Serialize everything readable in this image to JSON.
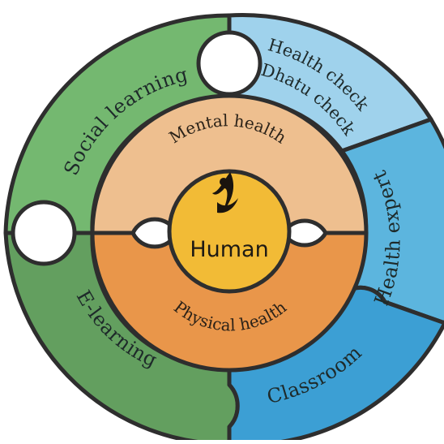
{
  "diagram": {
    "center": {
      "label": "Human",
      "icon": "human-figure-icon"
    },
    "inner_ring": [
      {
        "id": "mental",
        "label": "Mental health"
      },
      {
        "id": "physical",
        "label": "Physical health"
      }
    ],
    "outer_ring": [
      {
        "id": "social",
        "label": "Social learning"
      },
      {
        "id": "healthcheck",
        "lines": [
          "Health check",
          "Dhatu check"
        ]
      },
      {
        "id": "expert",
        "label": "Health expert"
      },
      {
        "id": "classroom",
        "label": "Classroom"
      },
      {
        "id": "elearning",
        "label": "E-learning"
      }
    ]
  },
  "colors": {
    "green_light": "#74b870",
    "green_dark": "#639f5f",
    "blue_light": "#9fd2ec",
    "blue_mid": "#5cb5de",
    "blue_dark": "#3c9fd4",
    "peach": "#eebf8f",
    "orange": "#e9964a",
    "gold": "#f2bb36",
    "outline": "#2e2e2e"
  }
}
